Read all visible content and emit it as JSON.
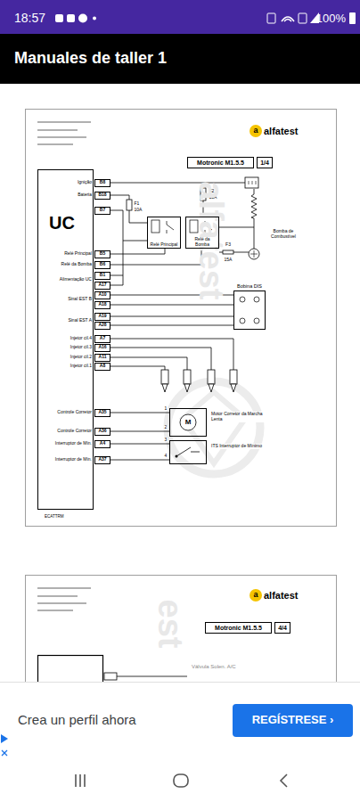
{
  "diagram": {
    "title": "Manuales de taller 1",
    "nodes": [
      {
        "text": [
          "Motronic M1.5.5"
        ]
      },
      {
        "text": [
          "1/4"
        ]
      },
      {
        "text": [
          "UC"
        ]
      },
      {
        "text": [
          "B8"
        ]
      },
      {
        "text": [
          "B18"
        ]
      },
      {
        "text": [
          "B7"
        ]
      },
      {
        "text": [
          "B5"
        ]
      },
      {
        "text": [
          "B6"
        ]
      },
      {
        "text": [
          "B1"
        ]
      },
      {
        "text": [
          "A17"
        ]
      },
      {
        "text": [
          "A10"
        ]
      },
      {
        "text": [
          "A18"
        ]
      },
      {
        "text": [
          "A19"
        ]
      },
      {
        "text": [
          "A28"
        ]
      },
      {
        "text": [
          "A7"
        ]
      },
      {
        "text": [
          "A16"
        ]
      },
      {
        "text": [
          "A11"
        ]
      },
      {
        "text": [
          "A8"
        ]
      },
      {
        "text": [
          "A35"
        ]
      },
      {
        "text": [
          "A36"
        ]
      },
      {
        "text": [
          "A4"
        ]
      },
      {
        "text": [
          "A37"
        ]
      },
      {
        "text": [
          "Relé Principal"
        ]
      },
      {
        "text": [
          "Relé da Bomba"
        ]
      },
      {
        "text": [
          "Bobina DIS"
        ]
      },
      {
        "text": [
          "M",
          "Motor Corretor da Marcha Lenta"
        ]
      },
      {
        "text": [
          "ITS Interruptor de Mínimo"
        ]
      },
      {
        "text": [
          "Motronic M1.5.5"
        ]
      },
      {
        "text": [
          "4/4"
        ]
      },
      {
        "text": [
          "REGÍSTRESE ›"
        ]
      }
    ],
    "edges": [
      {
        "from": 6,
        "to": 22,
        "arrow": "none"
      },
      {
        "from": 7,
        "to": 23,
        "arrow": "none"
      },
      {
        "from": 10,
        "to": 24,
        "arrow": "none"
      },
      {
        "from": 11,
        "to": 24,
        "arrow": "none"
      },
      {
        "from": 12,
        "to": 24,
        "arrow": "none"
      },
      {
        "from": 13,
        "to": 24,
        "arrow": "none"
      },
      {
        "from": 18,
        "to": 25,
        "arrow": "none"
      },
      {
        "from": 19,
        "to": 25,
        "arrow": "none"
      },
      {
        "from": 20,
        "to": 26,
        "arrow": "none"
      },
      {
        "from": 21,
        "to": 26,
        "arrow": "none"
      }
    ],
    "labels": [
      "Ignição",
      "Bateria",
      "Relé Principal",
      "Relé da Bomba",
      "Alimentação UC",
      "Sinal EST B",
      "Sinal EST A",
      "Injetor cil.4",
      "Injetor cil.3",
      "Injetor cil.2",
      "Injetor cil.1",
      "Controle Corretor",
      "Controle Corretor",
      "Interruptor de Mín.",
      "Interruptor de Mín.",
      "ECATTRM",
      "F1",
      "10A",
      "F2",
      "15A",
      "Bomba de Combustível",
      "F3",
      "15A",
      "1",
      "2",
      "3",
      "4",
      "alfatest",
      "alfatest",
      "alfatest",
      "Válvula Solen. A/C",
      "18:57",
      "100%",
      "Crea un perfil ahora",
      "a",
      "a",
      "est"
    ]
  }
}
